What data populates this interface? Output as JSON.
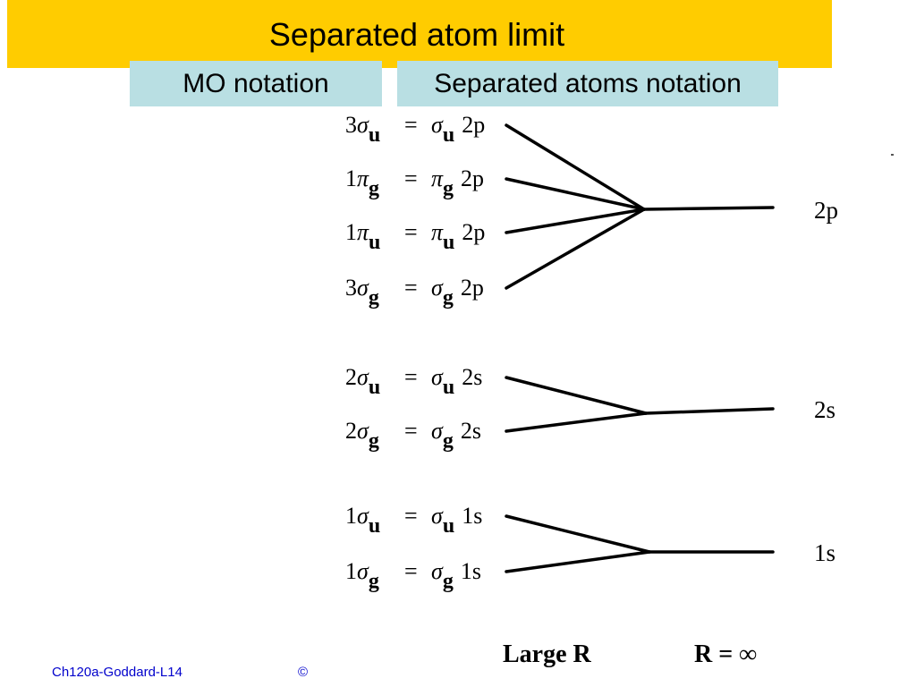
{
  "slide": {
    "title": "Separated atom limit",
    "headers": {
      "mo": "MO notation",
      "separated": "Separated atoms notation"
    },
    "footer": {
      "course": "Ch120a-Goddard-L14",
      "copyright": "©"
    }
  },
  "diagram": {
    "groups": [
      {
        "level": "2p",
        "orbitals": [
          {
            "mo_num": "3",
            "mo_sym": "σ",
            "mo_sub": "u",
            "sa_sym": "σ",
            "sa_sub": "u",
            "sa_ao": "2p"
          },
          {
            "mo_num": "1",
            "mo_sym": "π",
            "mo_sub": "g",
            "sa_sym": "π",
            "sa_sub": "g",
            "sa_ao": "2p"
          },
          {
            "mo_num": "1",
            "mo_sym": "π",
            "mo_sub": "u",
            "sa_sym": "π",
            "sa_sub": "u",
            "sa_ao": "2p"
          },
          {
            "mo_num": "3",
            "mo_sym": "σ",
            "mo_sub": "g",
            "sa_sym": "σ",
            "sa_sub": "g",
            "sa_ao": "2p"
          }
        ]
      },
      {
        "level": "2s",
        "orbitals": [
          {
            "mo_num": "2",
            "mo_sym": "σ",
            "mo_sub": "u",
            "sa_sym": "σ",
            "sa_sub": "u",
            "sa_ao": "2s"
          },
          {
            "mo_num": "2",
            "mo_sym": "σ",
            "mo_sub": "g",
            "sa_sym": "σ",
            "sa_sub": "g",
            "sa_ao": "2s"
          }
        ]
      },
      {
        "level": "1s",
        "orbitals": [
          {
            "mo_num": "1",
            "mo_sym": "σ",
            "mo_sub": "u",
            "sa_sym": "σ",
            "sa_sub": "u",
            "sa_ao": "1s"
          },
          {
            "mo_num": "1",
            "mo_sym": "σ",
            "mo_sub": "g",
            "sa_sym": "σ",
            "sa_sub": "g",
            "sa_ao": "1s"
          }
        ]
      }
    ],
    "bottom_labels": {
      "large_r": "Large R",
      "r_inf": "R = ∞"
    }
  }
}
